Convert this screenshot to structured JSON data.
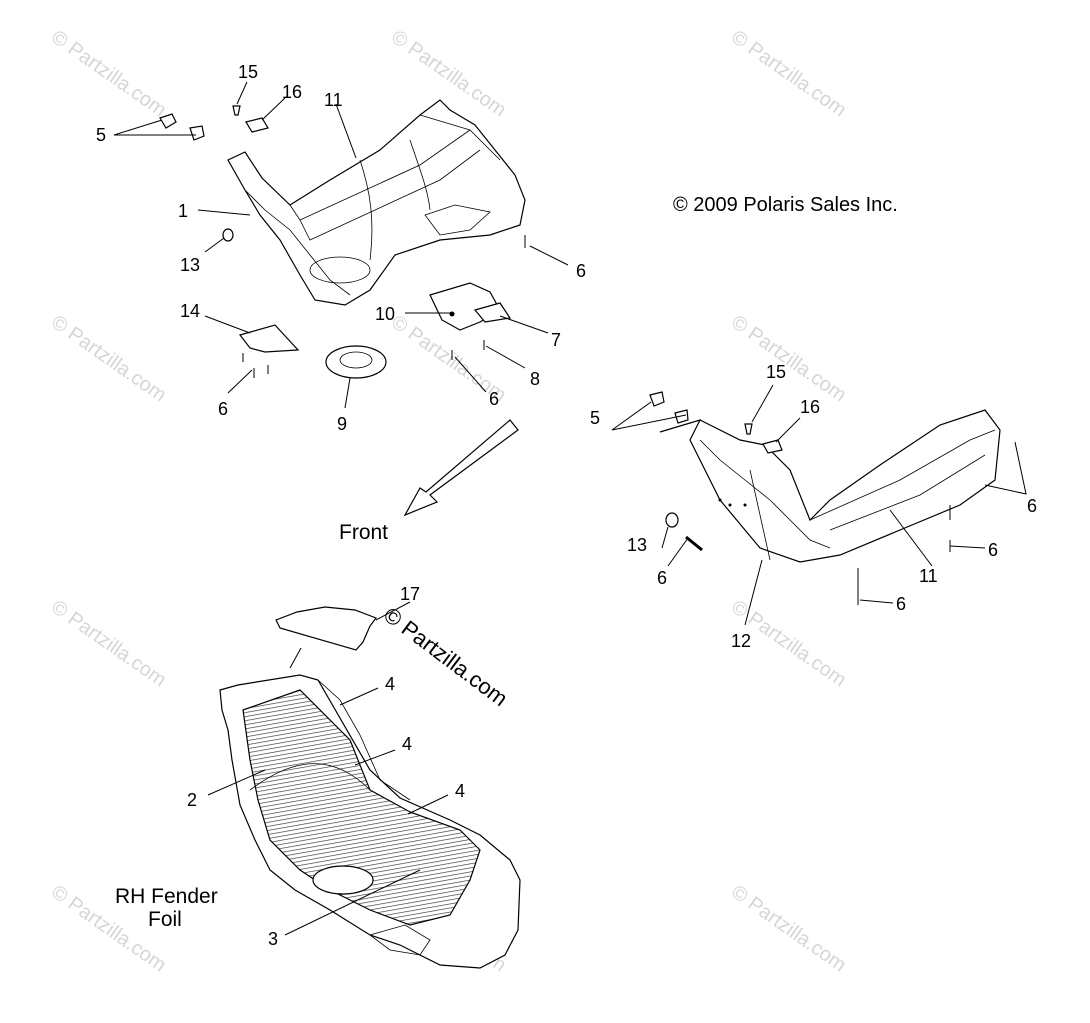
{
  "copyright": "© 2009 Polaris Sales Inc.",
  "front_label": "Front",
  "rh_label_line1": "RH Fender",
  "rh_label_line2": "Foil",
  "watermark_center": "© Partzilla.com",
  "watermark_small": "© Partzilla.com",
  "callouts": {
    "c15a": "15",
    "c16a": "16",
    "c11a": "11",
    "c5a": "5",
    "c1": "1",
    "c13a": "13",
    "c6a": "6",
    "c14": "14",
    "c10": "10",
    "c7": "7",
    "c8": "8",
    "c6b": "6",
    "c9": "9",
    "c6c": "6",
    "c15b": "15",
    "c16b": "16",
    "c5b": "5",
    "c6d": "6",
    "c13b": "13",
    "c6e": "6",
    "c6f": "6",
    "c11b": "11",
    "c6g": "6",
    "c12": "12",
    "c17": "17",
    "c4a": "4",
    "c4b": "4",
    "c4c": "4",
    "c2": "2",
    "c3": "3"
  }
}
